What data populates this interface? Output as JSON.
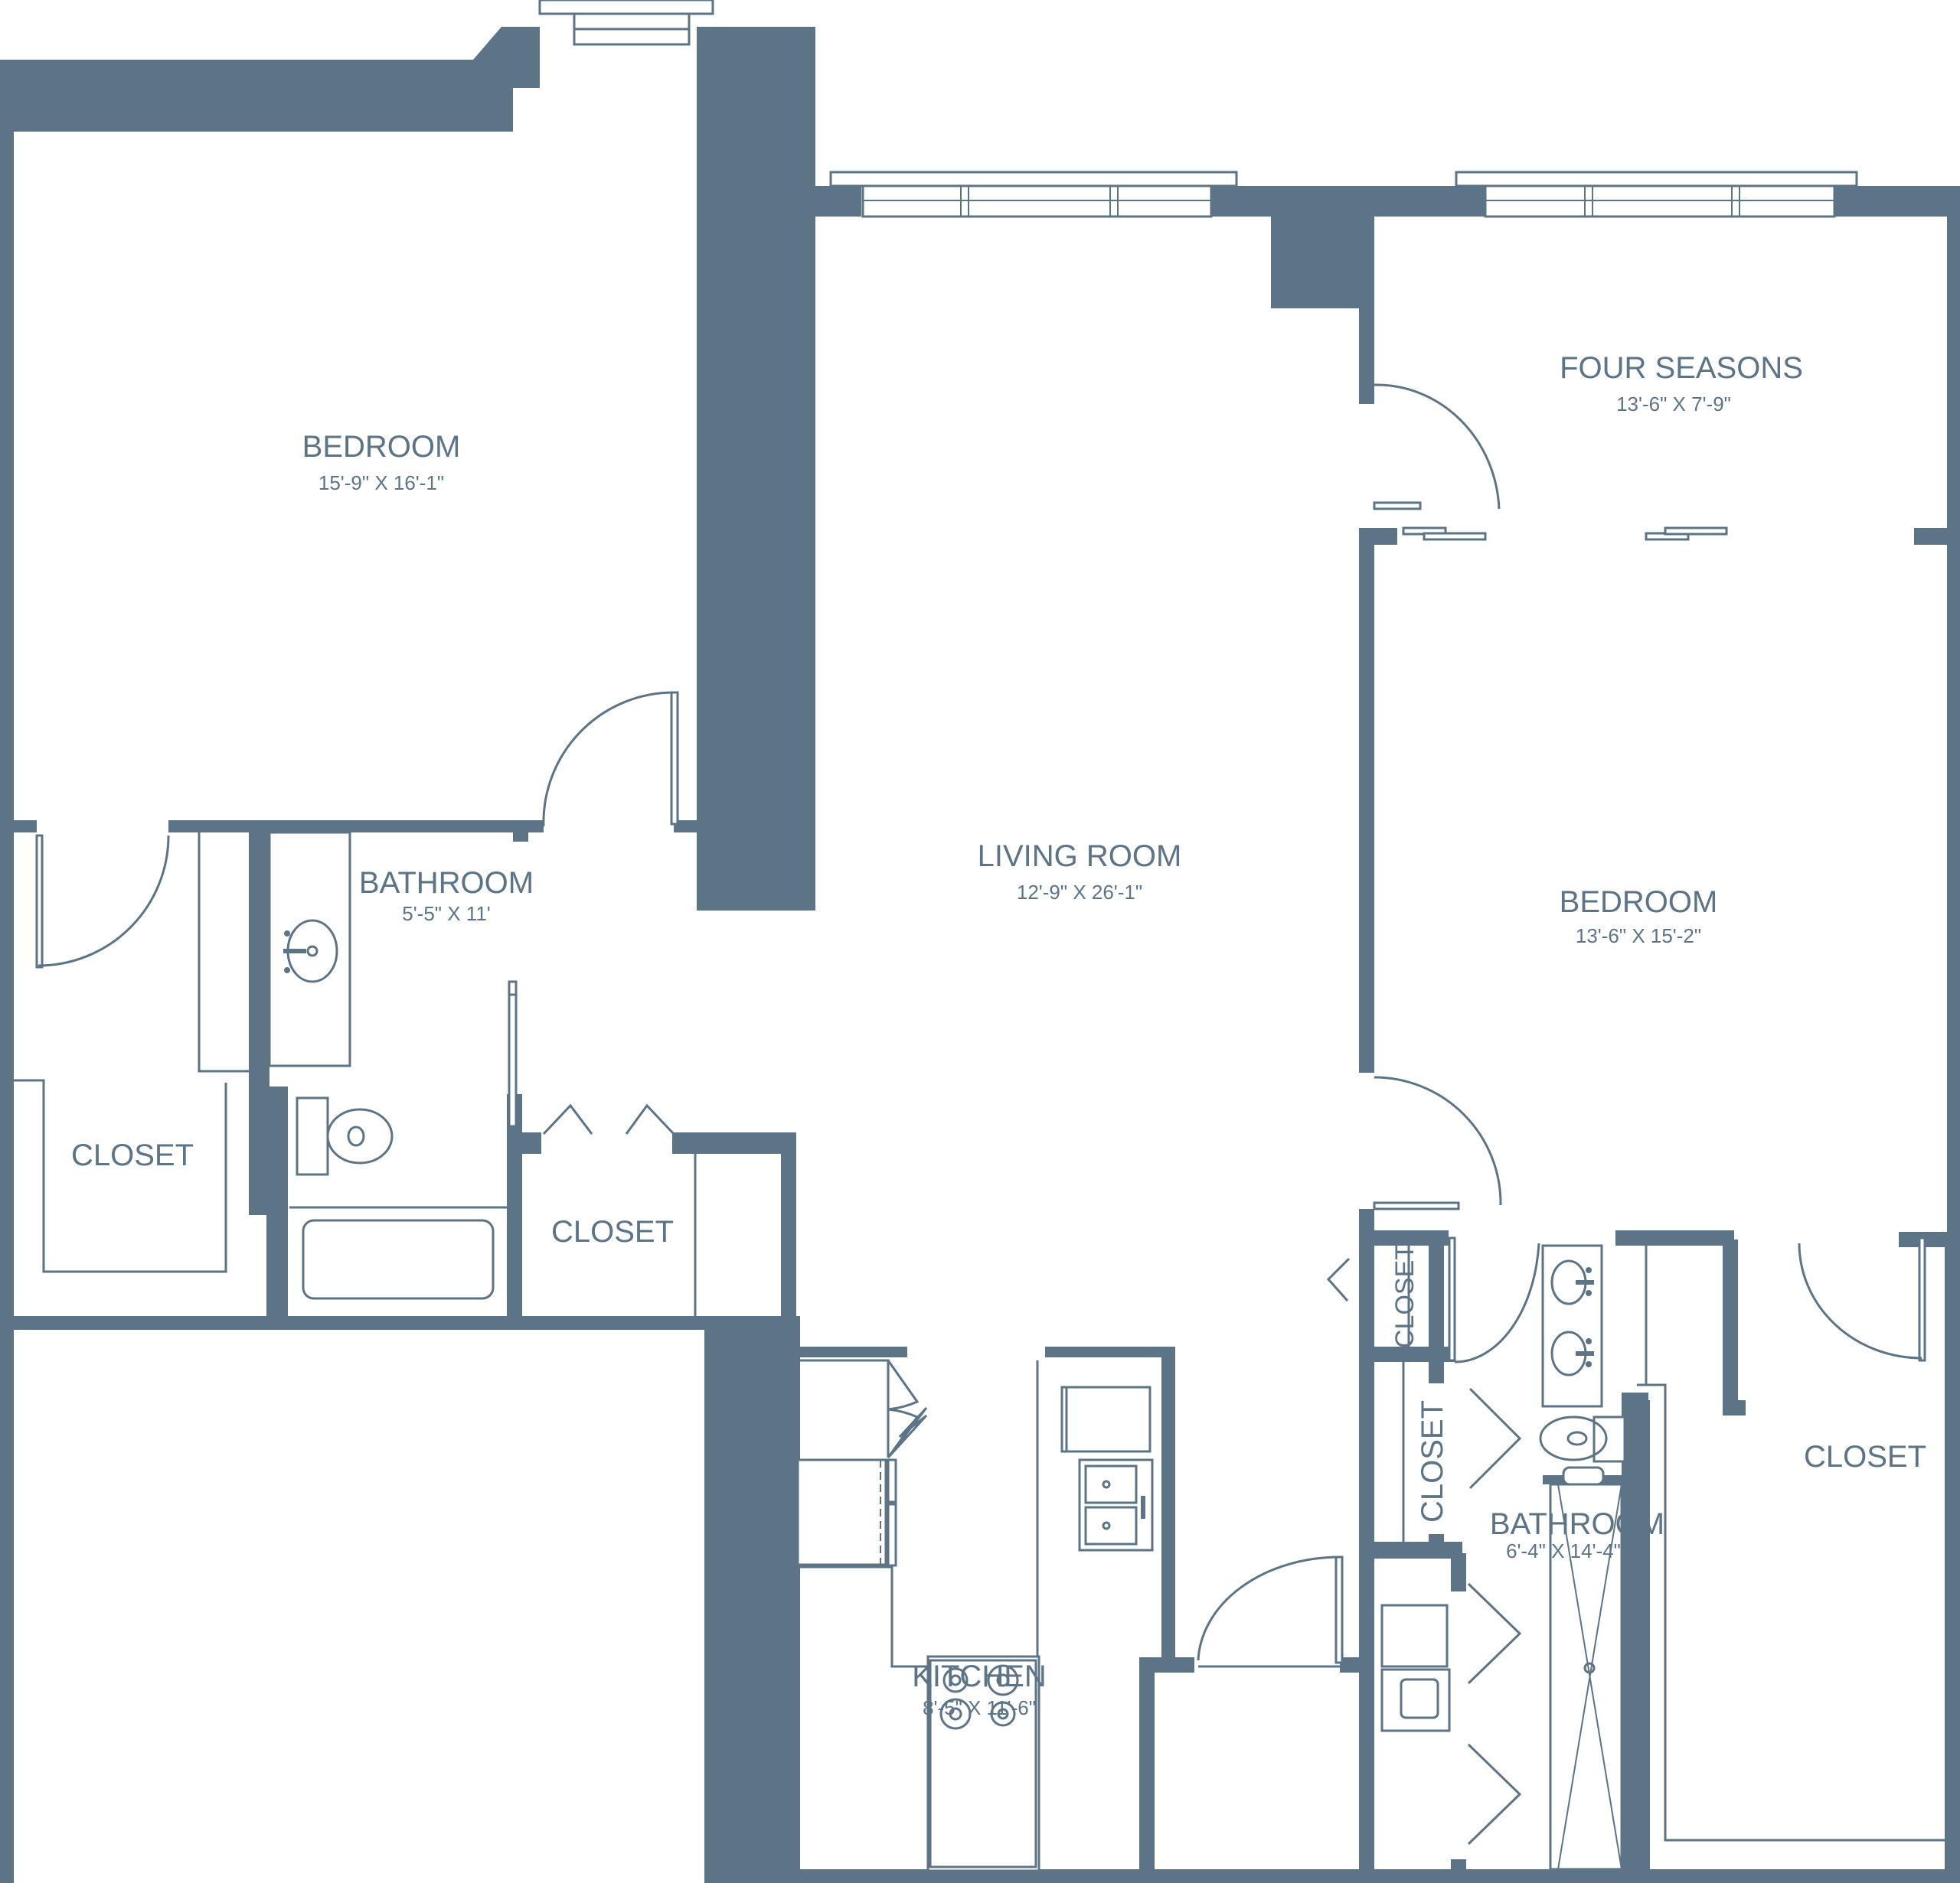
{
  "plan": {
    "title": "Apartment floor plan",
    "wall_color": "#5d7386",
    "background_color": "#ffffff"
  },
  "rooms": {
    "bedroom_left": {
      "name": "BEDROOM",
      "dimensions": "15'-9\" X 16'-1\""
    },
    "bathroom_left": {
      "name": "BATHROOM",
      "dimensions": "5'-5\" X 11'"
    },
    "closet_left": {
      "name": "CLOSET"
    },
    "closet_hall": {
      "name": "CLOSET"
    },
    "living_room": {
      "name": "LIVING ROOM",
      "dimensions": "12'-9\" X 26'-1\""
    },
    "kitchen": {
      "name": "KITCHEN",
      "dimensions": "8'-5\" X 11'-6\""
    },
    "four_seasons": {
      "name": "FOUR SEASONS",
      "dimensions": "13'-6\" X 7'-9\""
    },
    "bedroom_right": {
      "name": "BEDROOM",
      "dimensions": "13'-6\" X 15'-2\""
    },
    "closet_small_upper": {
      "name": "CLOSET"
    },
    "closet_small_lower": {
      "name": "CLOSET"
    },
    "bathroom_right": {
      "name": "BATHROOM",
      "dimensions": "6'-4\" X 14'-4\""
    },
    "closet_right": {
      "name": "CLOSET"
    }
  }
}
